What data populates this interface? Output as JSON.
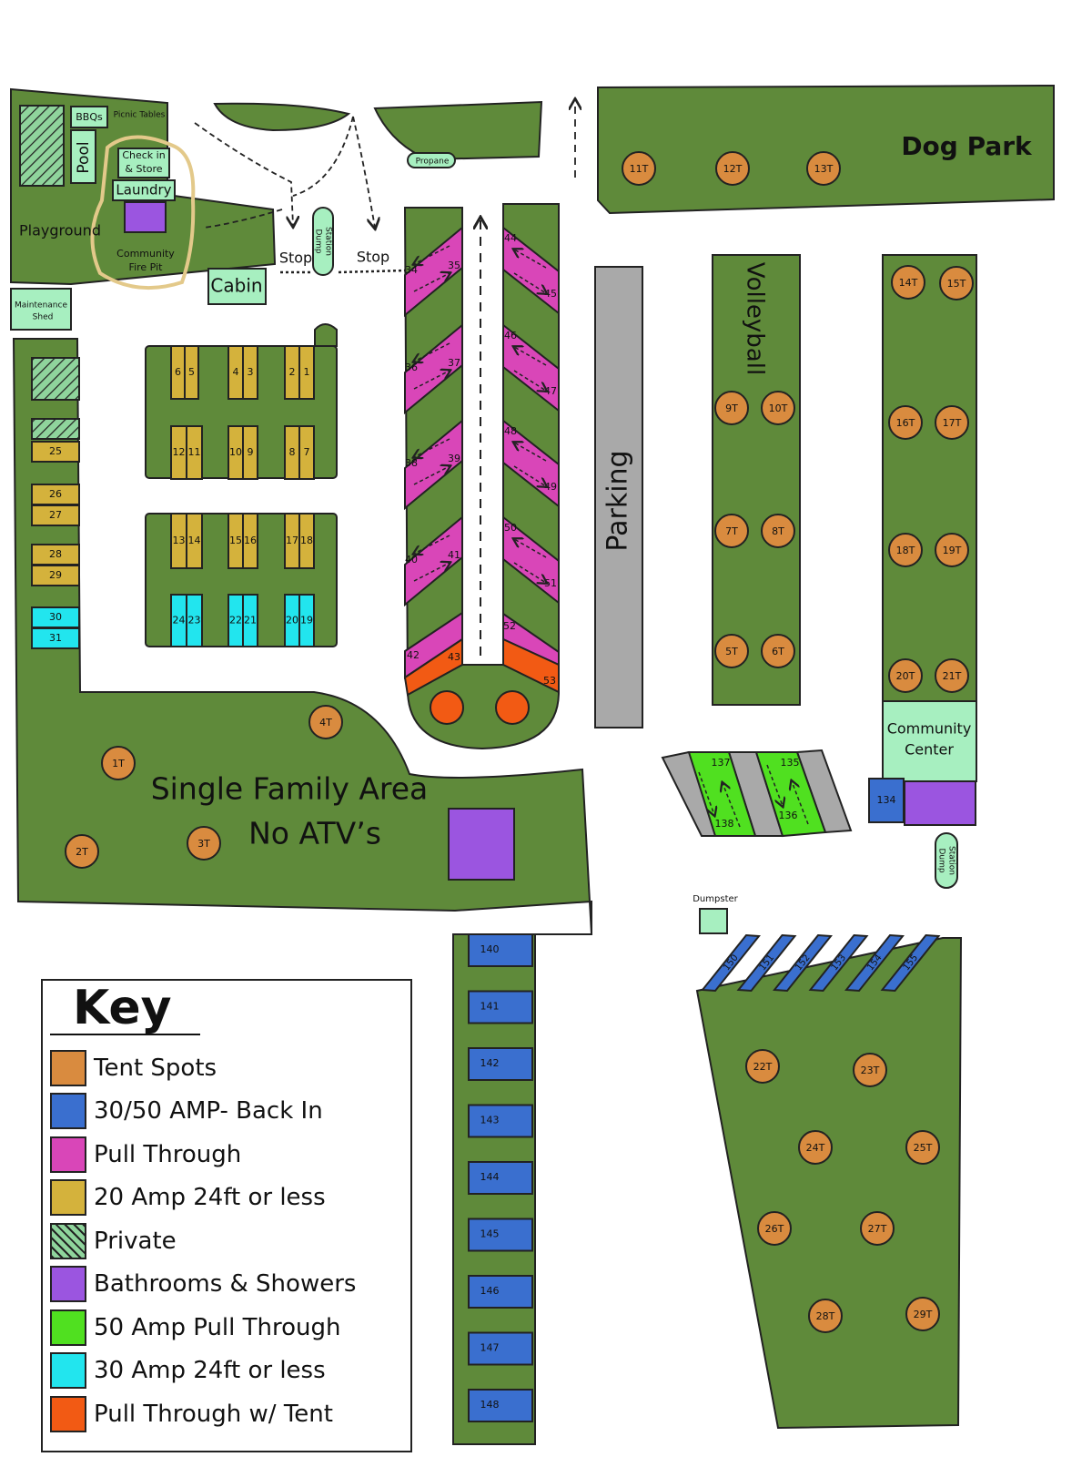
{
  "colors": {
    "grass": "#5f8a3a",
    "outline": "#222222",
    "tent": "#d98b3f",
    "backin": "#3a6fcf",
    "pull": "#d946b8",
    "amp20": "#d4b23c",
    "bath": "#9b55e0",
    "amp50pull": "#50e020",
    "amp30": "#22e5ee",
    "pulltent": "#f25a14",
    "building": "#a7efc0",
    "parking": "#a9a9a9",
    "private": "#8fd49c",
    "path": "#e3c98a"
  },
  "labels": {
    "dog_park": "Dog Park",
    "volleyball": "Volleyball",
    "parking": "Parking",
    "single_family_line1": "Single Family Area",
    "single_family_line2": "No ATV’s",
    "community_center_line1": "Community",
    "community_center_line2": "Center",
    "playground": "Playground",
    "bbqs": "BBQs",
    "pool": "Pool",
    "picnic_tables": "Picnic Tables",
    "check_in_line1": "Check in",
    "check_in_line2": "& Store",
    "laundry": "Laundry",
    "fire_pit_line1": "Community",
    "fire_pit_line2": "Fire Pit",
    "cabin": "Cabin",
    "maintenance_line1": "Maintenance",
    "maintenance_line2": "Shed",
    "propane": "Propane",
    "dump_station_line1": "Dump",
    "dump_station_line2": "Station",
    "stop": "Stop",
    "dumpster": "Dumpster"
  },
  "sites": {
    "tent": [
      "1T",
      "2T",
      "3T",
      "4T",
      "5T",
      "6T",
      "7T",
      "8T",
      "9T",
      "10T",
      "11T",
      "12T",
      "13T",
      "14T",
      "15T",
      "16T",
      "17T",
      "18T",
      "19T",
      "20T",
      "21T",
      "22T",
      "23T",
      "24T",
      "25T",
      "26T",
      "27T",
      "28T",
      "29T"
    ],
    "amp20": [
      "1",
      "2",
      "3",
      "4",
      "5",
      "6",
      "7",
      "8",
      "9",
      "10",
      "11",
      "12",
      "13",
      "14",
      "15",
      "16",
      "17",
      "18",
      "25",
      "26",
      "27",
      "28",
      "29"
    ],
    "amp30": [
      "19",
      "20",
      "21",
      "22",
      "23",
      "24",
      "30",
      "31"
    ],
    "pull_left": [
      "34",
      "35",
      "36",
      "37",
      "38",
      "39",
      "40",
      "41",
      "42",
      "43"
    ],
    "pull_right": [
      "44",
      "45",
      "46",
      "47",
      "48",
      "49",
      "50",
      "51",
      "52",
      "53"
    ],
    "amp50_pull": [
      "135",
      "136",
      "137",
      "138"
    ],
    "backin_strip": [
      "140",
      "141",
      "142",
      "143",
      "144",
      "145",
      "146",
      "147",
      "148"
    ],
    "backin_other": [
      "134"
    ],
    "backin_diagonal": [
      "150",
      "151",
      "152",
      "153",
      "154",
      "155"
    ]
  },
  "key": {
    "title": "Key",
    "items": [
      {
        "label": "Tent Spots",
        "color": "#d98b3f"
      },
      {
        "label": "30/50 AMP- Back In",
        "color": "#3a6fcf"
      },
      {
        "label": "Pull Through",
        "color": "#d946b8"
      },
      {
        "label": "20 Amp 24ft or less",
        "color": "#d4b23c"
      },
      {
        "label": "Private",
        "color": "hatch"
      },
      {
        "label": "Bathrooms & Showers",
        "color": "#9b55e0"
      },
      {
        "label": "50 Amp Pull Through",
        "color": "#50e020"
      },
      {
        "label": "30 Amp 24ft or less",
        "color": "#22e5ee"
      },
      {
        "label": "Pull Through w/ Tent",
        "color": "#f25a14"
      }
    ]
  }
}
